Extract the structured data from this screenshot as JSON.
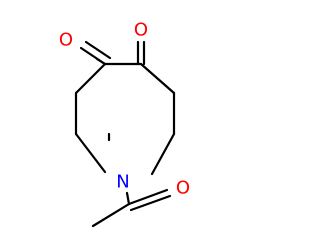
{
  "molecule": {
    "atoms": [
      {
        "id": "O1",
        "element": "O",
        "label": "O"
      },
      {
        "id": "O2",
        "element": "O",
        "label": "O"
      },
      {
        "id": "N1",
        "element": "N",
        "label": "N"
      },
      {
        "id": "O3",
        "element": "O",
        "label": "O"
      }
    ]
  },
  "colors": {
    "bond": "#000000",
    "oxygen": "#ff0000",
    "nitrogen": "#0000ff",
    "background": "#ffffff"
  }
}
